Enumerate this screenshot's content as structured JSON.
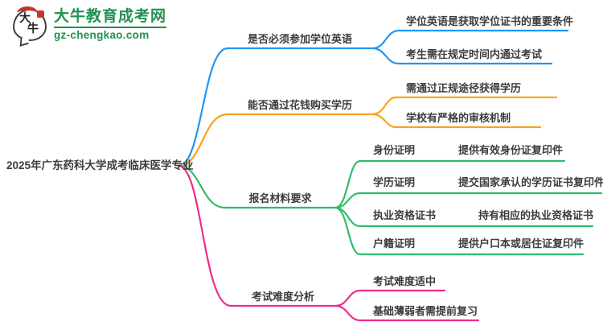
{
  "logo": {
    "bubble_char1": "大",
    "bubble_char2": "牛",
    "title": "大牛教育成考网",
    "domain": "gz-chengkao.com"
  },
  "colors": {
    "blue": "#2196f3",
    "orange": "#faa21b",
    "green": "#2dbe6c",
    "pink": "#ee2b8b",
    "text": "#3c3c3c",
    "logo_green": "#21914f",
    "seal_red": "#c8332d"
  },
  "root": {
    "label": "2025年广东药科大学成考临床医学专业"
  },
  "branches": [
    {
      "label": "是否必须参加学位英语",
      "color": "#2196f3",
      "children": [
        {
          "label": "学位英语是获取学位证书的重要条件"
        },
        {
          "label": "考生需在规定时间内通过考试"
        }
      ]
    },
    {
      "label": "能否通过花钱购买学历",
      "color": "#faa21b",
      "children": [
        {
          "label": "需通过正规途径获得学历"
        },
        {
          "label": "学校有严格的审核机制"
        }
      ]
    },
    {
      "label": "报名材料要求",
      "color": "#2dbe6c",
      "children": [
        {
          "key": "身份证明",
          "value": "提供有效身份证复印件"
        },
        {
          "key": "学历证明",
          "value": "提交国家承认的学历证书复印件"
        },
        {
          "key": "执业资格证书",
          "value": "持有相应的执业资格证书"
        },
        {
          "key": "户籍证明",
          "value": "提供户口本或居住证复印件"
        }
      ]
    },
    {
      "label": "考试难度分析",
      "color": "#ee2b8b",
      "children": [
        {
          "label": "考试难度适中"
        },
        {
          "label": "基础薄弱者需提前复习"
        }
      ]
    }
  ]
}
